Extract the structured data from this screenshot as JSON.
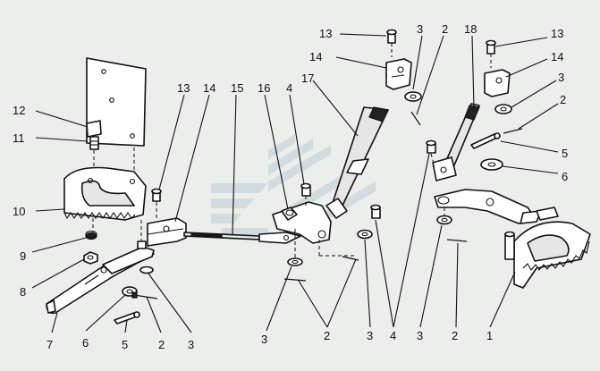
{
  "diagram": {
    "callouts": [
      {
        "id": "c13-left",
        "text": "13"
      },
      {
        "id": "c14-left",
        "text": "14"
      },
      {
        "id": "c15",
        "text": "15"
      },
      {
        "id": "c16",
        "text": "16"
      },
      {
        "id": "c4-mid-top",
        "text": "4"
      },
      {
        "id": "c17",
        "text": "17"
      },
      {
        "id": "c12",
        "text": "12"
      },
      {
        "id": "c11",
        "text": "11"
      },
      {
        "id": "c10",
        "text": "10"
      },
      {
        "id": "c9",
        "text": "9"
      },
      {
        "id": "c8",
        "text": "8"
      },
      {
        "id": "c7",
        "text": "7"
      },
      {
        "id": "c6-left",
        "text": "6"
      },
      {
        "id": "c5-left",
        "text": "5"
      },
      {
        "id": "c2-left",
        "text": "2"
      },
      {
        "id": "c3-left",
        "text": "3"
      },
      {
        "id": "c13-mid",
        "text": "13"
      },
      {
        "id": "c3-mid-top",
        "text": "3"
      },
      {
        "id": "c2-mid-top",
        "text": "2"
      },
      {
        "id": "c14-mid",
        "text": "14"
      },
      {
        "id": "c18",
        "text": "18"
      },
      {
        "id": "c13-right",
        "text": "13"
      },
      {
        "id": "c14-right",
        "text": "14"
      },
      {
        "id": "c3-right",
        "text": "3"
      },
      {
        "id": "c2-right",
        "text": "2"
      },
      {
        "id": "c5-right",
        "text": "5"
      },
      {
        "id": "c6-right",
        "text": "6"
      },
      {
        "id": "c3-bottom-mid",
        "text": "3"
      },
      {
        "id": "c2-bottom-mid",
        "text": "2"
      },
      {
        "id": "c3-bottom-center",
        "text": "3"
      },
      {
        "id": "c4-bottom",
        "text": "4"
      },
      {
        "id": "c3-bottom-right",
        "text": "3"
      },
      {
        "id": "c2-bottom-right",
        "text": "2"
      },
      {
        "id": "c1",
        "text": "1"
      }
    ]
  }
}
